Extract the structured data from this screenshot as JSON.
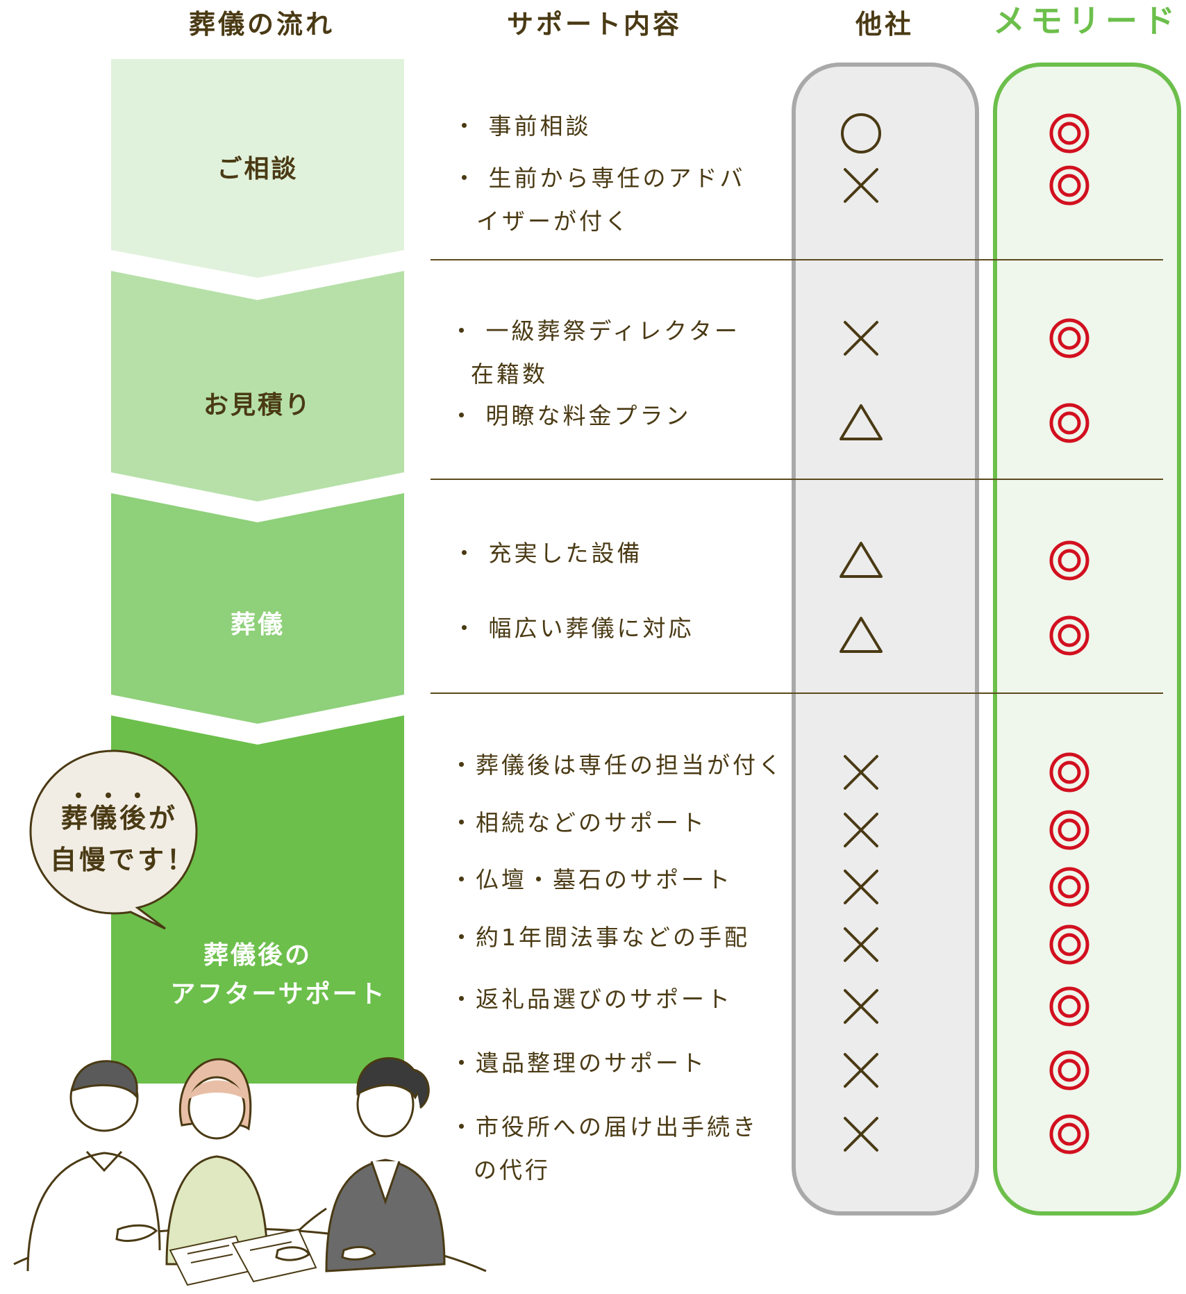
{
  "headers": {
    "flow": "葬儀の流れ",
    "support": "サポート内容",
    "other": "他社",
    "memolead": "メモリード"
  },
  "steps": [
    {
      "label": "ご相談"
    },
    {
      "label": "お見積り"
    },
    {
      "label": "葬儀"
    },
    {
      "label_line1": "葬儀後の",
      "label_line2": "アフターサポート"
    }
  ],
  "bubble": {
    "line1": "葬儀後が",
    "line2": "自慢です！"
  },
  "sections": [
    {
      "items": [
        {
          "lines": [
            "・ 事前相談"
          ],
          "other": "circle",
          "memolead": "double-circle"
        },
        {
          "lines": [
            "・ 生前から専任のアドバ",
            "イザーが付く"
          ],
          "other": "cross",
          "memolead": "double-circle"
        }
      ]
    },
    {
      "items": [
        {
          "lines": [
            "・ 一級葬祭ディレクター",
            "在籍数"
          ],
          "other": "cross",
          "memolead": "double-circle"
        },
        {
          "lines": [
            "・ 明瞭な料金プラン"
          ],
          "other": "triangle",
          "memolead": "double-circle"
        }
      ]
    },
    {
      "items": [
        {
          "lines": [
            "・ 充実した設備"
          ],
          "other": "triangle",
          "memolead": "double-circle"
        },
        {
          "lines": [
            "・ 幅広い葬儀に対応"
          ],
          "other": "triangle",
          "memolead": "double-circle"
        }
      ]
    },
    {
      "items": [
        {
          "lines": [
            "・葬儀後は専任の担当が付く"
          ],
          "other": "cross",
          "memolead": "double-circle"
        },
        {
          "lines": [
            "・相続などのサポート"
          ],
          "other": "cross",
          "memolead": "double-circle"
        },
        {
          "lines": [
            "・仏壇・墓石のサポート"
          ],
          "other": "cross",
          "memolead": "double-circle"
        },
        {
          "lines": [
            "・約1年間法事などの手配"
          ],
          "other": "cross",
          "memolead": "double-circle"
        },
        {
          "lines": [
            "・返礼品選びのサポート"
          ],
          "other": "cross",
          "memolead": "double-circle"
        },
        {
          "lines": [
            "・遺品整理のサポート"
          ],
          "other": "cross",
          "memolead": "double-circle"
        },
        {
          "lines": [
            "・市役所への届け出手続き",
            "の代行"
          ],
          "other": "cross",
          "memolead": "double-circle"
        }
      ]
    }
  ],
  "colors": {
    "step1": "#e1f2dc",
    "step2": "#b6e0a8",
    "step3": "#8fd07a",
    "step4": "#6cbf4b",
    "brand_green": "#6cbf4b",
    "mark_brown": "#4a3a14",
    "mark_red": "#d2101f"
  },
  "icons": {
    "circle": "circle-mark-icon",
    "cross": "cross-mark-icon",
    "triangle": "triangle-mark-icon",
    "double-circle": "double-circle-mark-icon"
  }
}
